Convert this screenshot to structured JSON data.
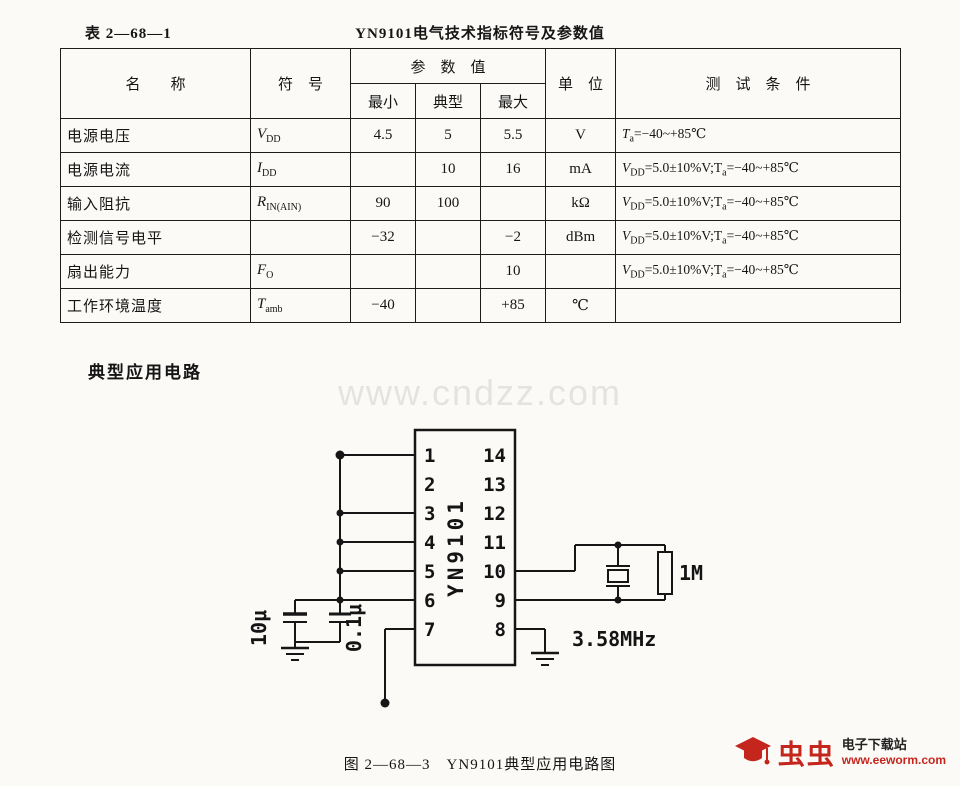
{
  "header": {
    "table_label": "表 2—68—1",
    "title": "YN9101电气技术指标符号及参数值"
  },
  "table": {
    "col_name": "名　　称",
    "col_symbol": "符　号",
    "col_param": "参　数　值",
    "col_min": "最小",
    "col_typ": "典型",
    "col_max": "最大",
    "col_unit": "单　位",
    "col_cond": "测　试　条　件",
    "rows": [
      {
        "name": "电源电压",
        "sym": {
          "main": "V",
          "sub": "DD"
        },
        "min": "4.5",
        "typ": "5",
        "max": "5.5",
        "unit": "V",
        "cond": {
          "a": "T",
          "b": "a",
          "c": "=−40~+85℃"
        }
      },
      {
        "name": "电源电流",
        "sym": {
          "main": "I",
          "sub": "DD"
        },
        "min": "",
        "typ": "10",
        "max": "16",
        "unit": "mA",
        "cond": {
          "a": "V",
          "b": "DD",
          "c": "=5.0±10%V;T",
          "d": "a",
          "e": "=−40~+85℃"
        }
      },
      {
        "name": "输入阻抗",
        "sym": {
          "main": "R",
          "sub": "IN(AIN)"
        },
        "min": "90",
        "typ": "100",
        "max": "",
        "unit": "kΩ",
        "cond": {
          "a": "V",
          "b": "DD",
          "c": "=5.0±10%V;T",
          "d": "a",
          "e": "=−40~+85℃"
        }
      },
      {
        "name": "检测信号电平",
        "sym": {
          "main": "",
          "sub": ""
        },
        "min": "−32",
        "typ": "",
        "max": "−2",
        "unit": "dBm",
        "cond": {
          "a": "V",
          "b": "DD",
          "c": "=5.0±10%V;T",
          "d": "a",
          "e": "=−40~+85℃"
        }
      },
      {
        "name": "扇出能力",
        "sym": {
          "main": "F",
          "sub": "O"
        },
        "min": "",
        "typ": "",
        "max": "10",
        "unit": "",
        "cond": {
          "a": "V",
          "b": "DD",
          "c": "=5.0±10%V;T",
          "d": "a",
          "e": "=−40~+85℃"
        }
      },
      {
        "name": "工作环境温度",
        "sym": {
          "main": "T",
          "sub": "amb"
        },
        "min": "−40",
        "typ": "",
        "max": "+85",
        "unit": "℃",
        "cond": {}
      }
    ]
  },
  "circuit": {
    "section_title": "典型应用电路",
    "watermark": "www.cndzz.com",
    "ic_label": "YN9101",
    "pins_left": [
      "1",
      "2",
      "3",
      "4",
      "5",
      "6",
      "7"
    ],
    "pins_right": [
      "14",
      "13",
      "12",
      "11",
      "10",
      "9",
      "8"
    ],
    "cap_electrolytic": "10μ",
    "cap_ceramic": "0.1μ",
    "crystal": "3.58MHz",
    "resistor": "1M",
    "caption": "图 2—68—3　YN9101典型应用电路图"
  },
  "footer": {
    "brand": "虫虫",
    "site_name": "电子下载站",
    "site_url": "www.eeworm.com"
  }
}
